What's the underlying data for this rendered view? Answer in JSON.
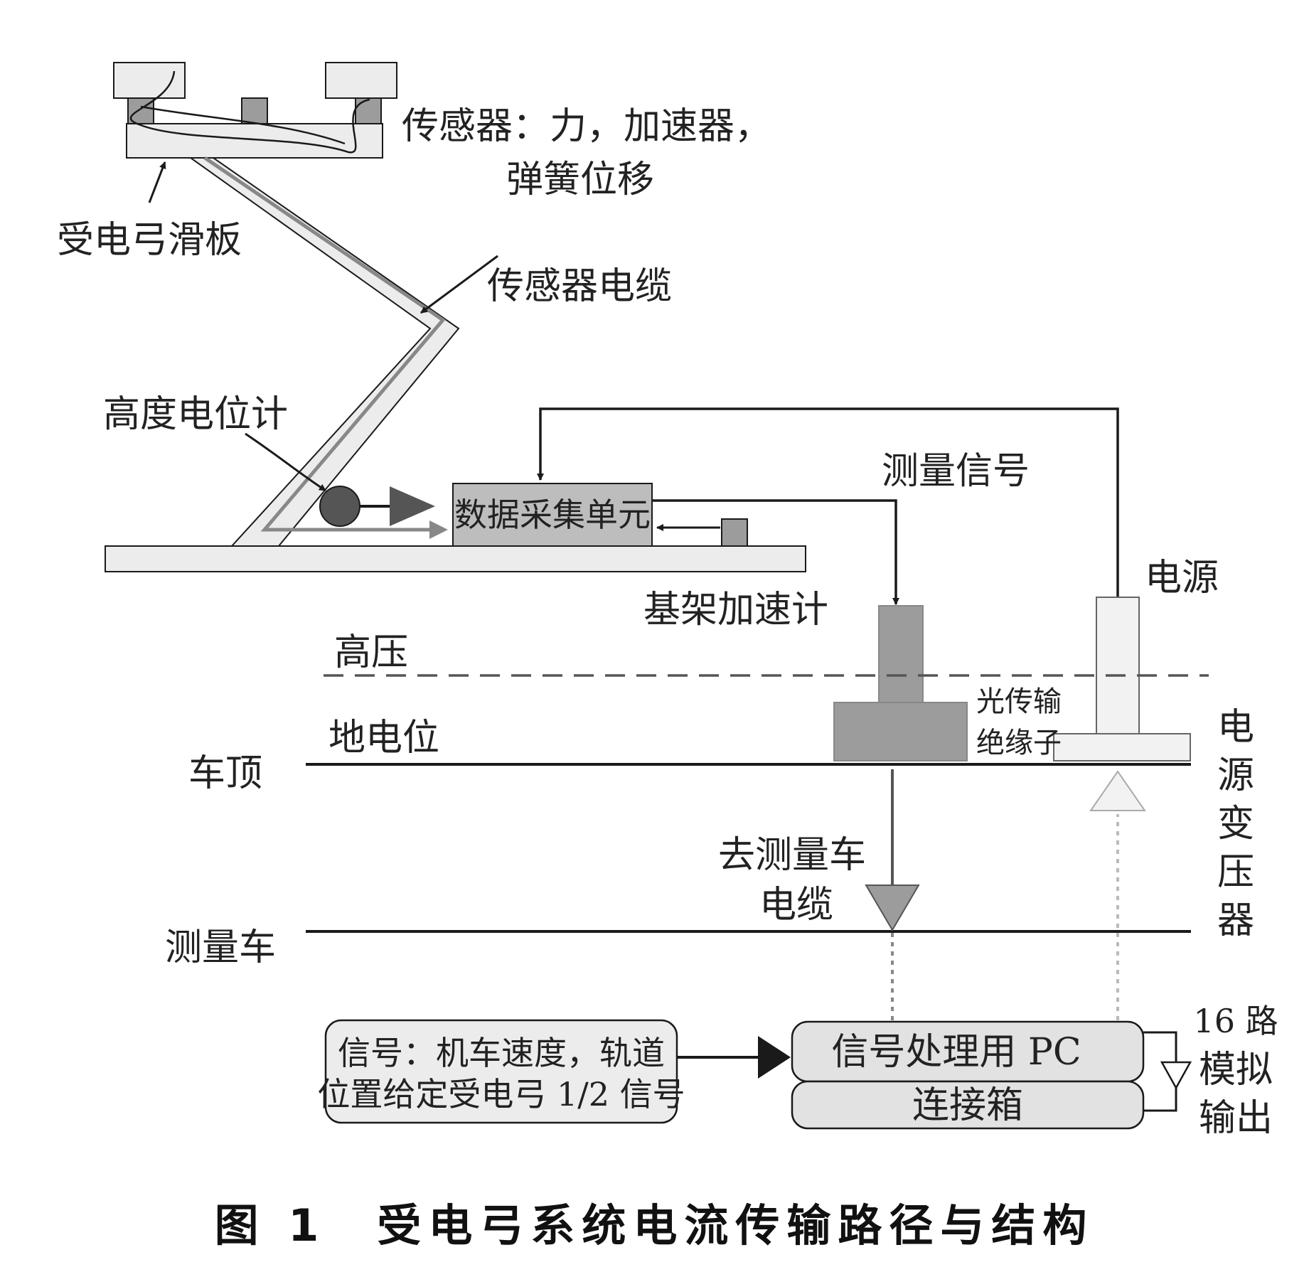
{
  "labels": {
    "sensors_line1": "传感器：力，加速器，",
    "sensors_line2": "弹簧位移",
    "pantograph_slide": "受电弓滑板",
    "sensor_cable": "传感器电缆",
    "height_potentiometer": "高度电位计",
    "data_acquisition_unit": "数据采集单元",
    "measurement_signal": "测量信号",
    "power_supply": "电源",
    "frame_accelerometer": "基架加速计",
    "high_voltage": "高压",
    "ground_potential": "地电位",
    "optical_insulator_line1": "光传输",
    "optical_insulator_line2": "绝缘子",
    "power_transformer": [
      "电",
      "源",
      "变",
      "压",
      "器"
    ],
    "car_roof": "车顶",
    "cable_to_car_line1": "去测量车",
    "cable_to_car_line2": "电缆",
    "measurement_car": "测量车",
    "signal_box_line1": "信号：机车速度，轨道",
    "signal_box_line2": "位置给定受电弓 1/2 信号",
    "pc_box": "信号处理用 PC",
    "connection_box": "连接箱",
    "analog_out_line1": "16 路",
    "analog_out_line2": "模拟",
    "analog_out_line3": "输出"
  },
  "caption": "图 1　受电弓系统电流传输路径与结构",
  "colors": {
    "light_fill": "#ececec",
    "mid_fill": "#bdbdbd",
    "dark_fill": "#9c9c9c",
    "pale_fill": "#f2f2f2",
    "stroke": "#1a1a1a",
    "dark_ball": "#555555"
  }
}
